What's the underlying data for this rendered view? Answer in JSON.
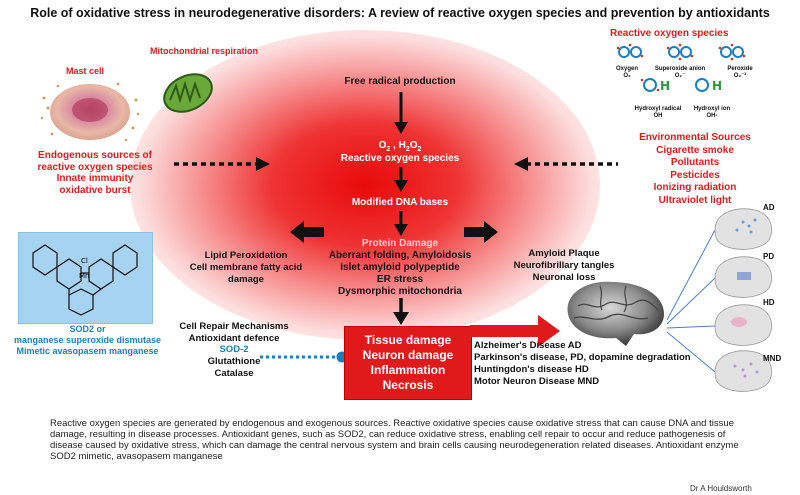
{
  "title": "Role of oxidative stress in neurodegenerative disorders: A review of reactive oxygen species and prevention by antioxidants",
  "left": {
    "mast_cell": "Mast cell",
    "mito": "Mitochondrial respiration",
    "endogenous": [
      "Endogenous sources of",
      "reactive oxygen species",
      "Innate immunity",
      "oxidative burst"
    ],
    "lipid": [
      "Lipid Peroxidation",
      "Cell membrane fatty acid",
      "damage"
    ],
    "sod_caption": [
      "SOD2 or",
      "manganese superoxide dismutase",
      "Mimetic  avasopasem manganese"
    ],
    "repair": [
      "Cell Repair Mechanisms",
      "Antioxidant defence"
    ],
    "sod2": "SOD-2",
    "antiox": [
      "Glutathione",
      "Catalase"
    ]
  },
  "center": {
    "free_radical": "Free radical production",
    "ros_formula_1": "O",
    "ros_formula_sub": "2",
    "ros_formula_sep": " , H",
    "ros_formula_sub2": "2",
    "ros_formula_o2": "O",
    "ros_formula_sub3": "2",
    "ros": "Reactive oxygen species",
    "dna": "Modified DNA bases",
    "protein": "Protein Damage",
    "protein_items": [
      "Aberrant folding, Amyloidosis",
      "Islet amyloid polypeptide",
      "ER stress",
      "Dysmorphic mitochondria"
    ],
    "tissue": [
      "Tissue damage",
      "Neuron damage",
      "Inflammation",
      "Necrosis"
    ]
  },
  "right": {
    "ros_title": "Reactive oxygen species",
    "molecules": [
      {
        "name": "Oxygen",
        "formula": "O₂"
      },
      {
        "name": "Superoxide anion",
        "formula": "O₂⁻"
      },
      {
        "name": "Peroxide",
        "formula": "O₂⁻²"
      },
      {
        "name": "Hydroxyl radical",
        "formula": "OH"
      },
      {
        "name": "Hydroxyl ion",
        "formula": "OH-"
      }
    ],
    "env": [
      "Environmental Sources",
      "Cigarette smoke",
      "Pollutants",
      "Pesticides",
      "Ionizing radiation",
      "Ultraviolet light"
    ],
    "amyloid": [
      "Amyloid Plaque",
      "Neurofibrillary tangles",
      "Neuronal loss"
    ],
    "diseases": [
      "Alzheimer's Disease AD",
      "Parkinson's disease, PD, dopamine degradation",
      "Huntingdon's disease HD",
      "Motor Neuron Disease MND"
    ],
    "brain_labels": [
      "AD",
      "PD",
      "HD",
      "MND"
    ]
  },
  "footer": "Reactive oxygen species are generated by endogenous and exogenous sources. Reactive oxidative species cause oxidative stress that can cause DNA and tissue damage, resulting in disease processes. Antioxidant genes, such as SOD2,  can reduce oxidative stress, enabling cell repair to occur and reduce pathogenesis of disease caused by oxidative stress, which can damage the central nervous system and brain cells causing neurodegeneration related diseases.  Antioxidant enzyme SOD2 mimetic, avasopasem manganese",
  "author": "Dr A Houldsworth",
  "colors": {
    "red": "#e11b1b",
    "blue": "#1a7fc1",
    "box": "#e01a1a",
    "sod_bg": "#a6d3f2"
  }
}
